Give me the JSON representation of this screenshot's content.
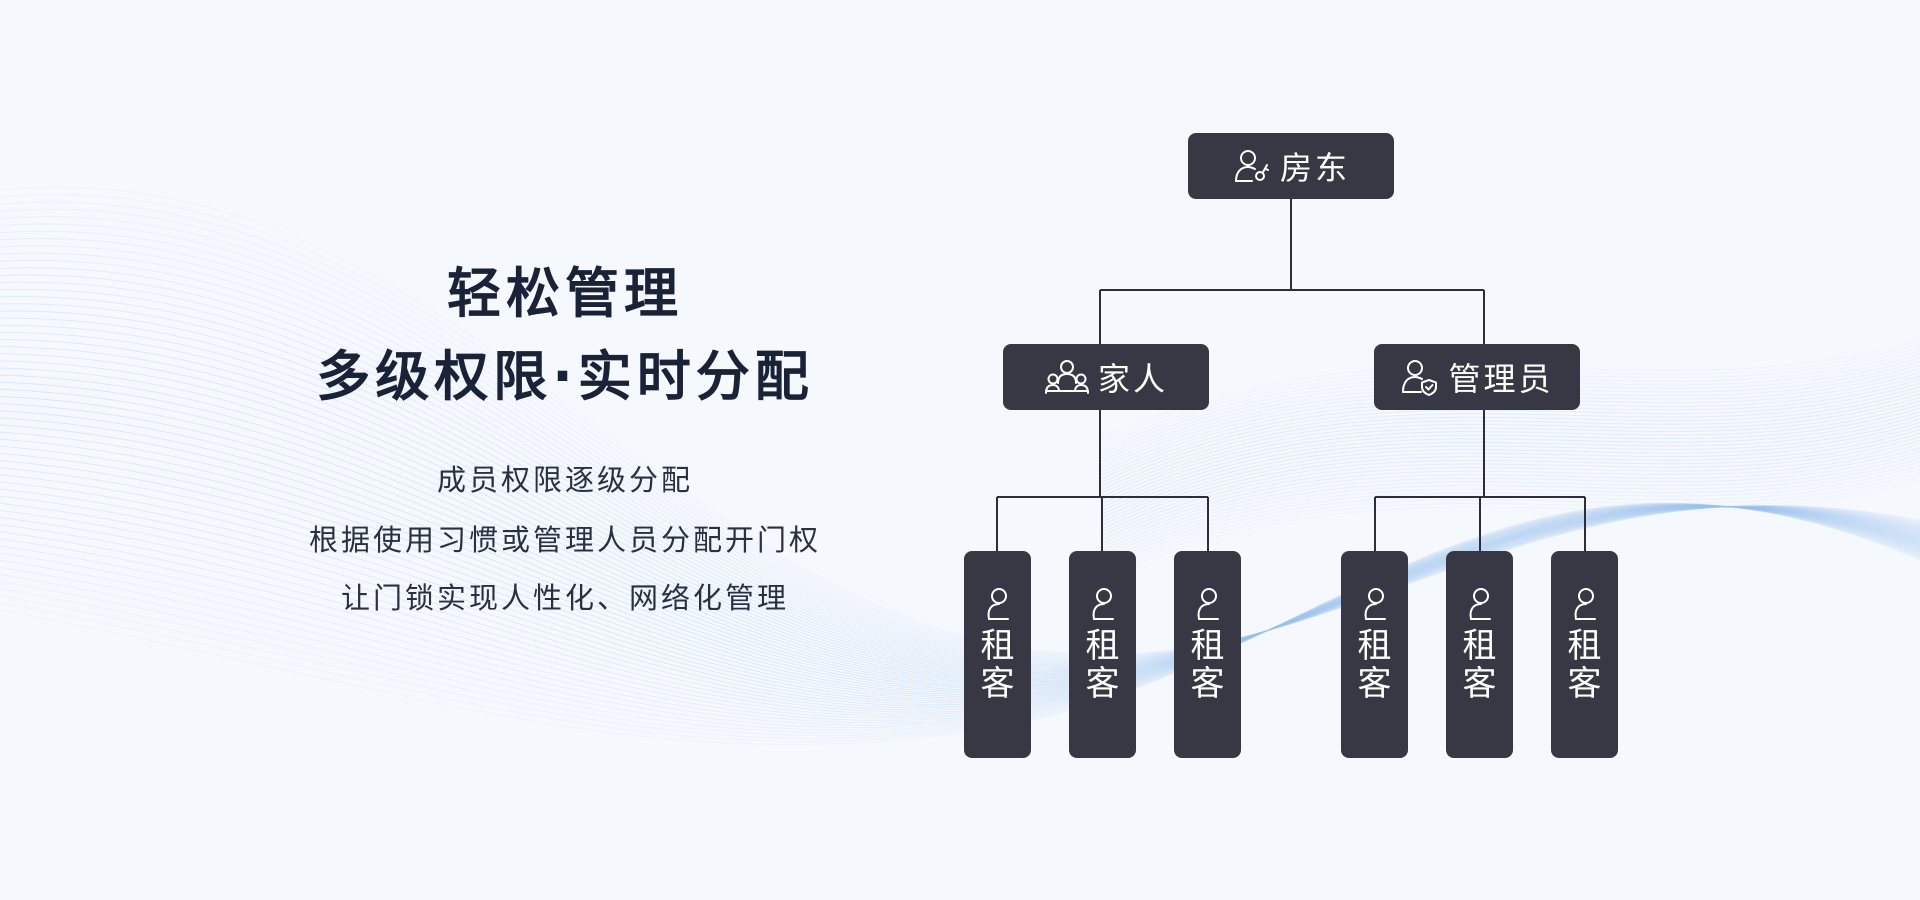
{
  "heading": {
    "line1": "轻松管理",
    "line2": "多级权限·实时分配"
  },
  "description": [
    "成员权限逐级分配",
    "根据使用习惯或管理人员分配开门权",
    "让门锁实现人性化、网络化管理"
  ],
  "org": {
    "root": {
      "label": "房东",
      "icon": "landlord-key-icon"
    },
    "branches": [
      {
        "label": "家人",
        "icon": "family-group-icon",
        "children": [
          {
            "label": "租客",
            "icon": "tenant-user-icon"
          },
          {
            "label": "租客",
            "icon": "tenant-user-icon"
          },
          {
            "label": "租客",
            "icon": "tenant-user-icon"
          }
        ]
      },
      {
        "label": "管理员",
        "icon": "admin-shield-icon",
        "children": [
          {
            "label": "租客",
            "icon": "tenant-user-icon"
          },
          {
            "label": "租客",
            "icon": "tenant-user-icon"
          },
          {
            "label": "租客",
            "icon": "tenant-user-icon"
          }
        ]
      }
    ]
  },
  "colors": {
    "node": "#383845",
    "connector": "#2e2e38",
    "heading": "#1a2238",
    "background": "#f5f8fd",
    "wave": "#9cc3ef"
  }
}
